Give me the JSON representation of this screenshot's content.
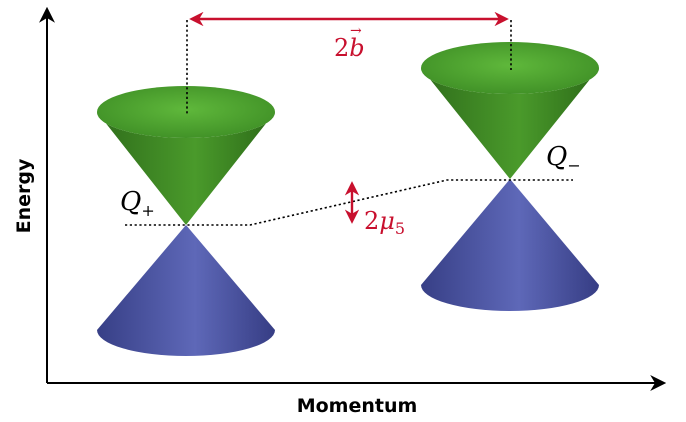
{
  "axes": {
    "x_label": "Momentum",
    "y_label": "Energy"
  },
  "nodes": {
    "left": {
      "label_main": "Q",
      "label_sub": "+"
    },
    "right": {
      "label_main": "Q",
      "label_sub": "−"
    }
  },
  "separation": {
    "label_main": "2",
    "label_vec": "b",
    "arrow_glyph": "→"
  },
  "energy_shift": {
    "label_main": "2",
    "label_mu": "μ",
    "label_sub": "5"
  },
  "colors": {
    "upper_cone": "#3f8f26",
    "upper_cone_top": "#52a832",
    "lower_cone": "#4f58a8",
    "lower_cone_base": "#3a418a",
    "annotation": "#c8102e",
    "axis": "#000000"
  }
}
